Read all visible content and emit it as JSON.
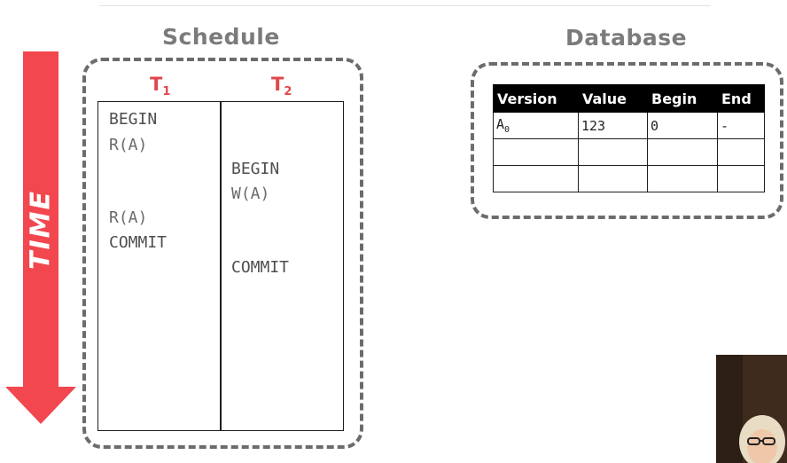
{
  "schedule": {
    "title": "Schedule",
    "time_label": "TIME",
    "transactions": [
      {
        "name": "T",
        "sub": "1"
      },
      {
        "name": "T",
        "sub": "2"
      }
    ],
    "t1_ops": [
      "BEGIN",
      "R(A)",
      "R(A)",
      "COMMIT"
    ],
    "t2_ops": [
      "BEGIN",
      "W(A)",
      "COMMIT"
    ]
  },
  "database": {
    "title": "Database",
    "columns": [
      "Version",
      "Value",
      "Begin",
      "End"
    ],
    "rows": [
      {
        "version": "A",
        "version_sub": "0",
        "value": "123",
        "begin": "0",
        "end": "-"
      },
      {
        "version": "",
        "version_sub": "",
        "value": "",
        "begin": "",
        "end": ""
      },
      {
        "version": "",
        "version_sub": "",
        "value": "",
        "begin": "",
        "end": ""
      }
    ]
  },
  "colors": {
    "accent_red": "#f2474f",
    "header_red": "#e0474c",
    "title_gray": "#7b7b7b",
    "frame_gray": "#6c6c6c"
  }
}
